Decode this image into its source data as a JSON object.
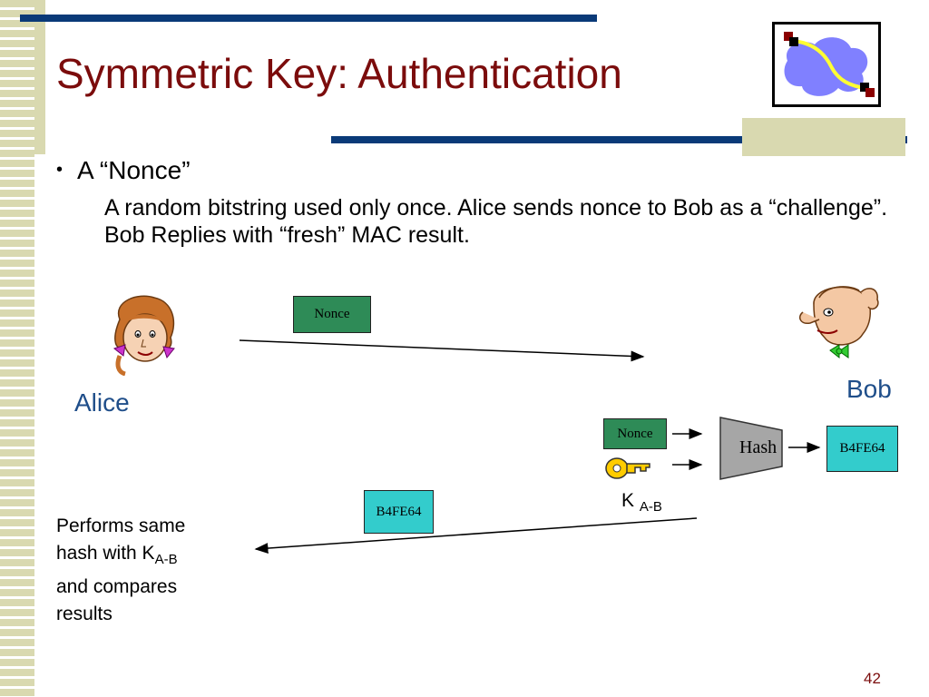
{
  "slide": {
    "title": "Symmetric Key: Authentication",
    "bullet": "A “Nonce”",
    "description": "A random bitstring used only once. Alice sends nonce to Bob as a “challenge”.  Bob Replies with “fresh” MAC result.",
    "page_number": "42"
  },
  "diagram": {
    "alice_label": "Alice",
    "bob_label": "Bob",
    "nonce_msg": "Nonce",
    "nonce_input": "Nonce",
    "hash_label": "Hash",
    "digest_output": "B4FE64",
    "digest_reply": "B4FE64",
    "key_label": "K",
    "key_subscript": "A-B",
    "alice_note": {
      "line1": "Performs same",
      "line2_prefix": "hash with K",
      "line2_sub": "A-B",
      "line3": "and compares",
      "line4": "results"
    }
  },
  "colors": {
    "title": "#7b0c0c",
    "accent_bar": "#0a3a78",
    "names": "#1f4e8a",
    "nonce_box": "#2e8b57",
    "digest_box": "#33cccc",
    "hash_shape": "#a6a6a6",
    "key": "#ffcc00"
  }
}
